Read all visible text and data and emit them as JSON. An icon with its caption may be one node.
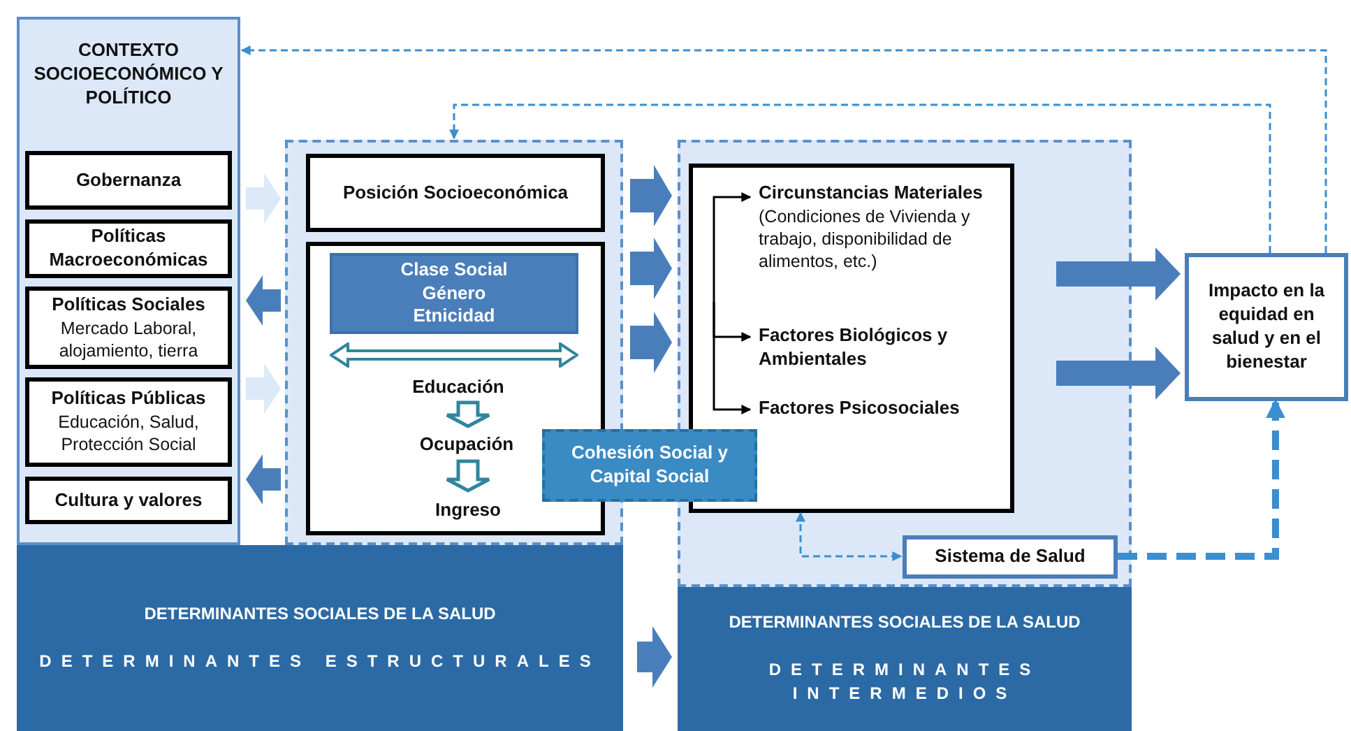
{
  "diagram": {
    "nodes": [
      {
        "text": [
          "CONTEXTO SOCIOECONÓMICO Y POLÍTICO"
        ]
      },
      {
        "text": [
          "Gobernanza"
        ],
        "in": 0
      },
      {
        "text": [
          "Políticas Macroeconómicas"
        ],
        "in": 0
      },
      {
        "text": [
          "Políticas Sociales",
          "Mercado Laboral, alojamiento, tierra"
        ],
        "in": 0
      },
      {
        "text": [
          "Políticas Públicas",
          "Educación, Salud, Protección Social"
        ],
        "in": 0
      },
      {
        "text": [
          "Cultura y valores"
        ],
        "in": 0
      },
      {
        "text": [],
        "shape": "box"
      },
      {
        "text": [
          "Posición Socioeconómica"
        ],
        "in": 6
      },
      {
        "text": [],
        "shape": "box",
        "in": 6
      },
      {
        "text": [
          "Clase Social Género Etnicidad"
        ],
        "in": 8
      },
      {
        "text": [
          "Educación"
        ],
        "in": 8
      },
      {
        "text": [
          "Ocupación"
        ],
        "in": 8
      },
      {
        "text": [
          "Ingreso"
        ],
        "in": 8
      },
      {
        "text": [
          "Cohesión Social y Capital Social"
        ]
      },
      {
        "text": [],
        "shape": "box"
      },
      {
        "text": [],
        "shape": "box",
        "in": 14
      },
      {
        "text": [
          "Circunstancias Materiales",
          "(Condiciones de Vivienda y trabajo, disponibilidad de alimentos, etc.)"
        ],
        "in": 15
      },
      {
        "text": [
          "Factores Biológicos y Ambientales"
        ],
        "in": 15
      },
      {
        "text": [
          "Factores Psicosociales"
        ],
        "in": 15
      },
      {
        "text": [
          "Sistema de Salud"
        ],
        "in": 14
      },
      {
        "text": [
          "Impacto en la equidad en salud  y en el bienestar"
        ]
      },
      {
        "text": [
          "DETERMINANTES SOCIALES DE LA SALUD",
          "DETERMINANTES ESTRUCTURALES"
        ]
      },
      {
        "text": [
          "DETERMINANTES SOCIALES DE LA SALUD",
          "DETERMINANTES INTERMEDIOS"
        ]
      }
    ],
    "edges": [
      {
        "from": 1,
        "to": 6,
        "arrow": "to",
        "style": "thick",
        "color": "#dce9f8"
      },
      {
        "from": 6,
        "to": 3,
        "arrow": "to",
        "style": "thick"
      },
      {
        "from": 4,
        "to": 6,
        "arrow": "to",
        "style": "thick",
        "color": "#dce9f8"
      },
      {
        "from": 6,
        "to": 5,
        "arrow": "to",
        "style": "thick"
      },
      {
        "from": 6,
        "to": 14,
        "arrow": "to",
        "style": "thick"
      },
      {
        "from": 6,
        "to": 14,
        "arrow": "to",
        "style": "thick"
      },
      {
        "from": 6,
        "to": 14,
        "arrow": "to",
        "style": "thick"
      },
      {
        "from": 14,
        "to": 20,
        "arrow": "to",
        "style": "thick"
      },
      {
        "from": 14,
        "to": 20,
        "arrow": "to",
        "style": "thick"
      },
      {
        "from": 10,
        "to": 11,
        "arrow": "to",
        "style": "thick",
        "color": "#31859c"
      },
      {
        "from": 11,
        "to": 12,
        "arrow": "to",
        "style": "thick",
        "color": "#31859c"
      },
      {
        "from": 20,
        "to": 0,
        "arrow": "to",
        "style": "dashed",
        "color": "#3b8ed0"
      },
      {
        "from": 20,
        "to": 6,
        "arrow": "to",
        "style": "dashed",
        "color": "#3b8ed0"
      },
      {
        "from": 15,
        "to": 19,
        "arrow": "both",
        "style": "dashed",
        "color": "#3b8ed0"
      },
      {
        "from": 19,
        "to": 20,
        "arrow": "to",
        "style": "dashed",
        "color": "#3b8ed0"
      },
      {
        "from": 21,
        "to": 22,
        "arrow": "to",
        "style": "thick"
      },
      {
        "from": null,
        "to": 16,
        "arrow": "to",
        "color": "#000000"
      },
      {
        "from": null,
        "to": 17,
        "arrow": "to",
        "color": "#000000"
      },
      {
        "from": null,
        "to": 18,
        "arrow": "to",
        "color": "#000000"
      }
    ]
  }
}
